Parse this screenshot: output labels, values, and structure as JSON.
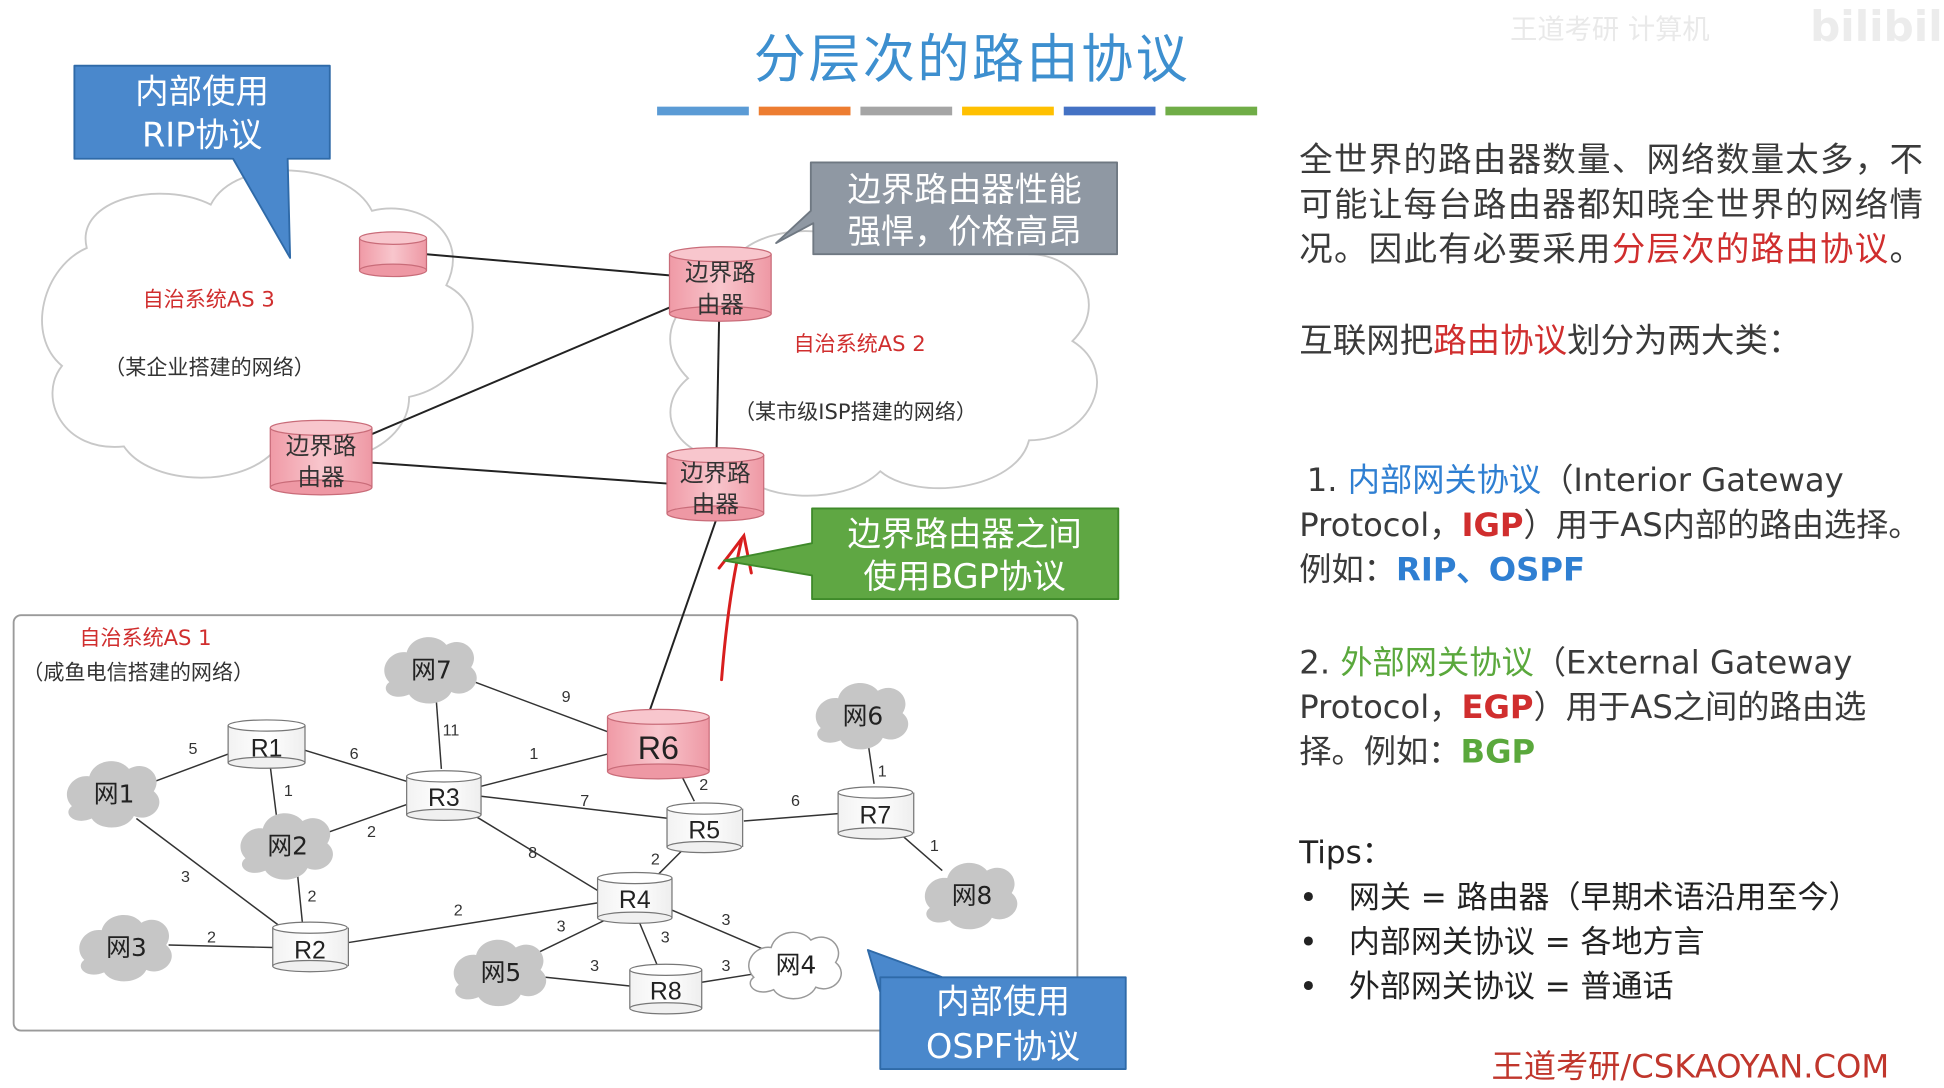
{
  "title": "分层次的路由协议",
  "colors": {
    "title": "#3d8fcf",
    "bars": [
      "#5b9bd5",
      "#ed7d31",
      "#a5a5a5",
      "#ffc000",
      "#4472c4",
      "#70ad47"
    ],
    "highlight_red": "#d02e2e",
    "highlight_blue": "#2f7fd2",
    "highlight_green": "#5aa83c",
    "router_pink": "#f5b7bf",
    "callout_blue": "#4a88cc",
    "callout_gray": "#8f98a3",
    "callout_green": "#5fa743",
    "network_cloud": "#c6c6c6"
  },
  "watermark": "王道考研 计算机",
  "brand_logo": "bilibili",
  "callouts": {
    "rip": [
      "内部使用",
      "RIP协议"
    ],
    "border_perf": [
      "边界路由器性能",
      "强悍，价格高昂"
    ],
    "bgp": [
      "边界路由器之间",
      "使用BGP协议"
    ],
    "ospf": [
      "内部使用",
      "OSPF协议"
    ]
  },
  "as_systems": {
    "as3": {
      "name": "自治系统AS 3",
      "desc": "（某企业搭建的网络）"
    },
    "as2": {
      "name": "自治系统AS 2",
      "desc": "（某市级ISP搭建的网络）"
    },
    "as1": {
      "name": "自治系统AS 1",
      "desc": "（咸鱼电信搭建的网络）"
    }
  },
  "border_router_label": [
    "边界路",
    "由器"
  ],
  "routers": [
    "R1",
    "R2",
    "R3",
    "R4",
    "R5",
    "R6",
    "R7",
    "R8"
  ],
  "networks": [
    "网1",
    "网2",
    "网3",
    "网4",
    "网5",
    "网6",
    "网7",
    "网8"
  ],
  "link_costs": [
    {
      "from": "网1",
      "to": "R1",
      "cost": "5"
    },
    {
      "from": "R1",
      "to": "R3",
      "cost": "6"
    },
    {
      "from": "R1",
      "to": "网2",
      "cost": "1"
    },
    {
      "from": "网1",
      "to": "R2",
      "cost": "3"
    },
    {
      "from": "网2",
      "to": "R3",
      "cost": "2"
    },
    {
      "from": "网2",
      "to": "R2",
      "cost": "2"
    },
    {
      "from": "网3",
      "to": "R2",
      "cost": "2"
    },
    {
      "from": "网7",
      "to": "R3",
      "cost": "11"
    },
    {
      "from": "网7",
      "to": "R6",
      "cost": "9"
    },
    {
      "from": "R3",
      "to": "R6",
      "cost": "1"
    },
    {
      "from": "R3",
      "to": "R5",
      "cost": "7"
    },
    {
      "from": "R3",
      "to": "R4",
      "cost": "8"
    },
    {
      "from": "R6",
      "to": "R5",
      "cost": "2"
    },
    {
      "from": "R5",
      "to": "R4",
      "cost": "2"
    },
    {
      "from": "R5",
      "to": "R7",
      "cost": "6"
    },
    {
      "from": "网6",
      "to": "R7",
      "cost": "1"
    },
    {
      "from": "R7",
      "to": "网8",
      "cost": "1"
    },
    {
      "from": "R2",
      "to": "R4",
      "cost": "2"
    },
    {
      "from": "R4",
      "to": "网5",
      "cost": "3"
    },
    {
      "from": "R4",
      "to": "R8",
      "cost": "3"
    },
    {
      "from": "R4",
      "to": "网4",
      "cost": "3"
    },
    {
      "from": "网5",
      "to": "R8",
      "cost": "3"
    },
    {
      "from": "R8",
      "to": "网4",
      "cost": "3"
    }
  ],
  "right": {
    "para1_a": "全世界的路由器数量、网络数量太多，不可能让每台路由器都知晓全世界的网络情况。因此有必要采用",
    "para1_hl": "分层次的路由协议",
    "para1_b": "。",
    "para2_a": "互联网把",
    "para2_hl": "路由协议",
    "para2_b": "划分为两大类：",
    "igp": {
      "num": "1. ",
      "name": "内部网关协议",
      "full_a": "（Interior Gateway Protocol，",
      "abbr": "IGP",
      "full_b": "）用于AS内部的路由选择。例如：",
      "examples": "RIP、OSPF"
    },
    "egp": {
      "num": "2. ",
      "name": "外部网关协议",
      "full_a": "（External Gateway Protocol，",
      "abbr": "EGP",
      "full_b": "）用于AS之间的路由选择。例如：",
      "examples": "BGP"
    },
    "tips_title": "Tips：",
    "tips": [
      "网关 = 路由器（早期术语沿用至今）",
      "内部网关协议 = 各地方言",
      "外部网关协议 = 普通话"
    ]
  },
  "footer": "王道考研/CSKAOYAN.COM"
}
